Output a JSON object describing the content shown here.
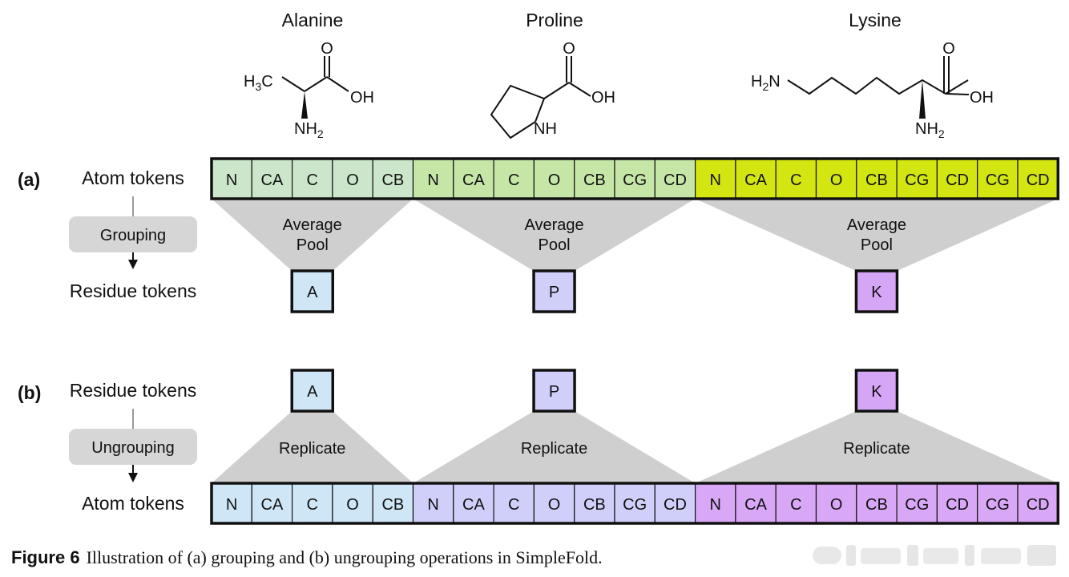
{
  "molecules": [
    {
      "name": "Alanine",
      "labels": {
        "h3c": "H",
        "h3c_sub": "3",
        "h3c_c": "C",
        "o": "O",
        "oh": "OH",
        "nh": "NH",
        "nh_sub": "2"
      }
    },
    {
      "name": "Proline",
      "labels": {
        "o": "O",
        "oh": "OH",
        "nh": "NH"
      }
    },
    {
      "name": "Lysine",
      "labels": {
        "h2n": "H",
        "h2n_sub": "2",
        "h2n_n": "N",
        "o": "O",
        "oh": "OH",
        "nh": "NH",
        "nh_sub": "2"
      }
    }
  ],
  "panel_a": {
    "label": "(a)",
    "atom_row_label": "Atom tokens",
    "operation": "Grouping",
    "residue_row_label": "Residue tokens",
    "pool_label": [
      "Average",
      "Pool"
    ]
  },
  "panel_b": {
    "label": "(b)",
    "residue_row_label": "Residue tokens",
    "operation": "Ungrouping",
    "atom_row_label": "Atom tokens",
    "replicate_label": "Replicate"
  },
  "residues": [
    {
      "letter": "A",
      "atoms": [
        "N",
        "CA",
        "C",
        "O",
        "CB"
      ]
    },
    {
      "letter": "P",
      "atoms": [
        "N",
        "CA",
        "C",
        "O",
        "CB",
        "CG",
        "CD"
      ]
    },
    {
      "letter": "K",
      "atoms": [
        "N",
        "CA",
        "C",
        "O",
        "CB",
        "CG",
        "CD",
        "CG",
        "CD"
      ]
    }
  ],
  "colors": {
    "atom_a": [
      "#cbe6cb",
      "#c6e6a8",
      "#d3e611"
    ],
    "residue": [
      "#cfe6f6",
      "#cfcffa",
      "#d6a6f6"
    ],
    "atom_b": [
      "#cfe6f6",
      "#cfcffa",
      "#d8a8f6"
    ],
    "trapezoid": "#cfcfcf",
    "pill": "#d6d6d6"
  },
  "caption": {
    "label": "Figure 6",
    "text": "Illustration of (a) grouping and (b) ungrouping operations in SimpleFold."
  },
  "watermark_icon": "watermark-logo"
}
